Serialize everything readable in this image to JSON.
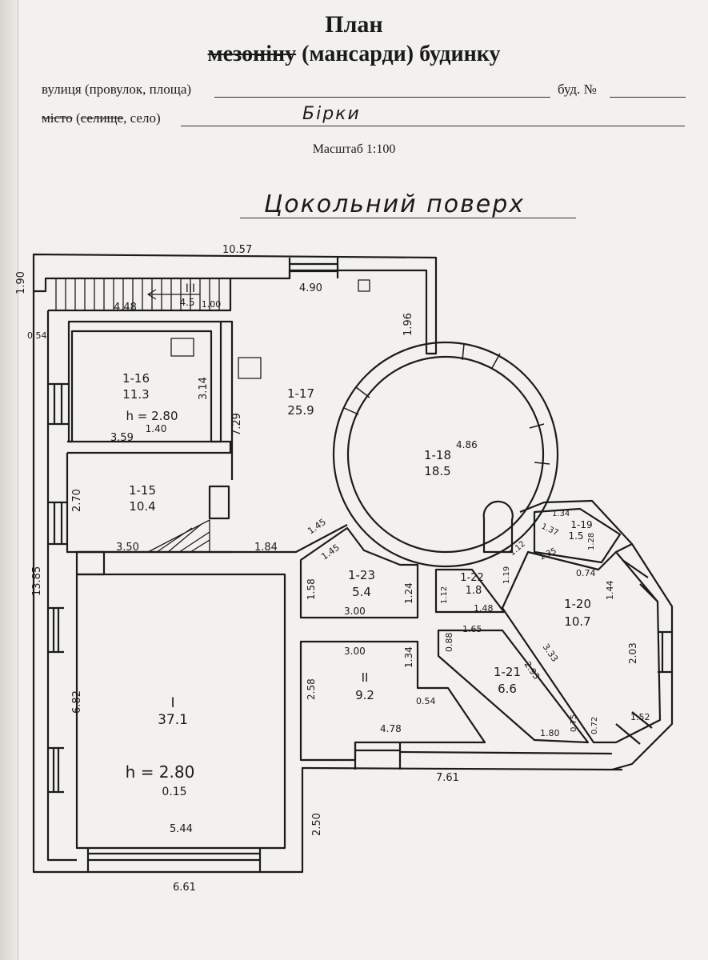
{
  "header": {
    "title": "План",
    "subtitle_struck": "мезоніну",
    "subtitle_rest": "(мансарди) будинку",
    "street_label": "вулиця (провулок, площа)",
    "house_label": "буд. №",
    "place_label_struck1": "місто",
    "place_label_mid": "(",
    "place_label_struck2": "селище",
    "place_label_rest": ", село)",
    "place_value": "Бірки",
    "scale": "Масштаб 1:100"
  },
  "floor_title": "Цокольний поверх",
  "dimensions": {
    "top_width": "10.57",
    "stair_height": "1.90",
    "top_corridor": "4.90",
    "wall_right_top": "1.96",
    "stair_len": "4.48",
    "stair_gap": "0.54",
    "room_116_depth": "3.14",
    "room_116_width": "3.59",
    "room_117_depth": "7.29",
    "room_115_depth": "2.70",
    "stair2_len": "3.50",
    "corridor_118": "1.84",
    "circle_dia": "4.86",
    "left_total": "13.85",
    "d_145a": "1.45",
    "d_145b": "1.45",
    "d_158": "1.58",
    "d_124": "1.24",
    "d_300a": "3.00",
    "d_300b": "3.00",
    "d_134": "1.34",
    "d_258": "2.58",
    "d_054": "0.54",
    "d_478": "4.78",
    "d_682": "6.82",
    "d_544": "5.44",
    "d_661": "6.61",
    "d_250": "2.50",
    "d_761": "7.61",
    "d_112a": "1.12",
    "d_119": "1.19",
    "d_112b": "1.12",
    "d_135": "1.35",
    "d_137": "1.37",
    "d_134b": "1.34",
    "d_128": "1.28",
    "d_074": "0.74",
    "d_144": "1.44",
    "d_148": "1.48",
    "d_088": "0.88",
    "d_165": "1.65",
    "d_333": "3.33",
    "d_293": "2.93",
    "d_203": "2.03",
    "d_152": "1.52",
    "d_180": "1.80",
    "d_075": "0.75",
    "d_072": "0.72"
  },
  "rooms": {
    "r116": {
      "id": "1-16",
      "area": "11.3",
      "h": "h = 2.80",
      "h2": "1.40"
    },
    "r117": {
      "id": "1-17",
      "area": "25.9"
    },
    "r115": {
      "id": "1-15",
      "area": "10.4"
    },
    "r118": {
      "id": "1-18",
      "area": "18.5"
    },
    "r119": {
      "id": "1-19",
      "area": "1.5"
    },
    "r120": {
      "id": "1-20",
      "area": "10.7"
    },
    "r121": {
      "id": "1-21",
      "area": "6.6"
    },
    "r122": {
      "id": "1-22",
      "area": "1.8"
    },
    "r123": {
      "id": "1-23",
      "area": "5.4"
    },
    "rIII": {
      "id": "III",
      "area": "4.5",
      "extra": "1.00"
    },
    "rII": {
      "id": "II",
      "area": "9.2"
    },
    "rI": {
      "id": "I",
      "area": "37.1",
      "h": "h = 2.80",
      "h2": "0.15"
    }
  }
}
